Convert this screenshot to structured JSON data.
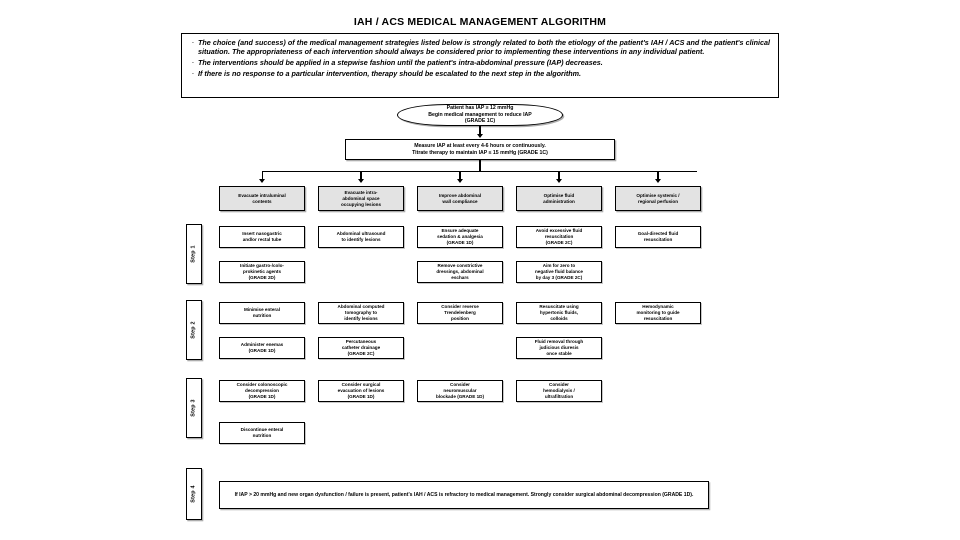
{
  "page": {
    "title": "IAH / ACS MEDICAL MANAGEMENT ALGORITHM",
    "bullet_glyph": "·"
  },
  "notes": [
    "The choice (and success) of the medical management strategies listed below is strongly related to both the etiology of the patient's IAH / ACS and the patient's clinical situation. The appropriateness of each intervention should always be considered prior to implementing these interventions in any individual patient.",
    "The interventions should be applied in a stepwise fashion until the patient's intra-abdominal pressure (IAP) decreases.",
    "If there is no response to a particular intervention, therapy should be escalated to the next step in the algorithm."
  ],
  "entry": {
    "start_box": "Patient has IAP ≥ 12 mmHg\nBegin medical management to reduce IAP\n(GRADE 1C)",
    "measure_box": "Measure IAP at least every 4-6 hours or continuously.\nTitrate therapy to maintain IAP ≤ 15 mmHg (GRADE 1C)"
  },
  "columns": [
    {
      "header": "Evacuate intraluminal\ncontents"
    },
    {
      "header": "Evacuate intra-\nabdominal space\noccupying lesions"
    },
    {
      "header": "Improve abdominal\nwall compliance"
    },
    {
      "header": "Optimise fluid\nadministration"
    },
    {
      "header": "Optimise systemic /\nregional perfusion"
    }
  ],
  "steps": [
    {
      "label": "Step 1",
      "rows": [
        [
          "Insert nasogastric\nand/or rectal tube",
          "Abdominal ultrasound\nto identify lesions",
          "Ensure adequate\nsedation & analgesia\n(GRADE 1D)",
          "Avoid excessive fluid\nresuscitation\n(GRADE 2C)",
          "Goal-directed fluid\nresuscitation"
        ],
        [
          "Initiate gastro-/colo-\nprokinetic agents\n(GRADE 2D)",
          "",
          "Remove constrictive\ndressings, abdominal\neschars",
          "Aim for zero to\nnegative fluid balance\nby day 3 (GRADE 2C)",
          ""
        ]
      ]
    },
    {
      "label": "Step 2",
      "rows": [
        [
          "Minimise enteral\nnutrition",
          "Abdominal computed\ntomography to\nidentify lesions",
          "Consider reverse\nTrendelenberg\nposition",
          "Resuscitate using\nhypertonic fluids,\ncolloids",
          "Hemodynamic\nmonitoring to guide\nresuscitation"
        ],
        [
          "Administer enemas\n(GRADE 1D)",
          "Percutaneous\ncatheter drainage\n(GRADE 2C)",
          "",
          "Fluid removal through\njudicious diuresis\nonce stable",
          ""
        ]
      ]
    },
    {
      "label": "Step 3",
      "rows": [
        [
          "Consider colonoscopic\ndecompression\n(GRADE 1D)",
          "Consider surgical\nevacuation of lesions\n(GRADE 1D)",
          "Consider\nneuromuscular\nblockade (GRADE 1D)",
          "Consider\nhemodialysis /\nultrafiltration",
          ""
        ],
        [
          "Discontinue enteral\nnutrition",
          "",
          "",
          "",
          ""
        ]
      ]
    },
    {
      "label": "Step 4",
      "rows": [],
      "note": "If IAP > 20 mmHg and new organ dysfunction / failure is present, patient's IAH / ACS is refractory to medical management.  Strongly consider surgical abdominal decompression (GRADE 1D)."
    }
  ]
}
